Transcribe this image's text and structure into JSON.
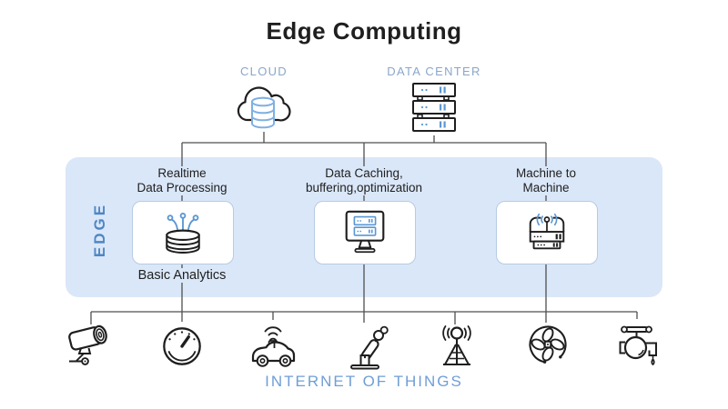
{
  "title": "Edge Computing",
  "cloud": {
    "label": "CLOUD",
    "icon": "cloud-database-icon"
  },
  "data_center": {
    "label": "DATA CENTER",
    "icon": "server-stack-icon"
  },
  "edge_band": {
    "label": "EDGE"
  },
  "edge_nodes": [
    {
      "label_line1": "Realtime",
      "label_line2": "Data Processing",
      "sublabel": "Basic Analytics",
      "icon": "database-streams-icon"
    },
    {
      "label_line1": "Data Caching,",
      "label_line2": "buffering,optimization",
      "icon": "monitor-servers-icon"
    },
    {
      "label_line1": "Machine to",
      "label_line2": "Machine",
      "icon": "machine-to-machine-icon"
    }
  ],
  "iot": {
    "label": "INTERNET OF THINGS",
    "devices": [
      {
        "icon": "security-camera-icon"
      },
      {
        "icon": "gauge-icon"
      },
      {
        "icon": "connected-car-icon"
      },
      {
        "icon": "robot-arm-icon"
      },
      {
        "icon": "antenna-tower-icon"
      },
      {
        "icon": "fan-icon"
      },
      {
        "icon": "valve-icon"
      }
    ]
  },
  "colors": {
    "band_fill": "#dae7f8",
    "box_border": "#b7cbe3",
    "accent_blue": "#5b97d3",
    "light_blue": "#7fb0e2",
    "caps_label_blue": "#8ba6c9",
    "iot_label_blue": "#6f9ed6",
    "edge_text_blue": "#4e86c5",
    "line_gray": "#4f4f4f",
    "icon_black": "#1e1e1e",
    "title_color": "#1f1f1f"
  }
}
